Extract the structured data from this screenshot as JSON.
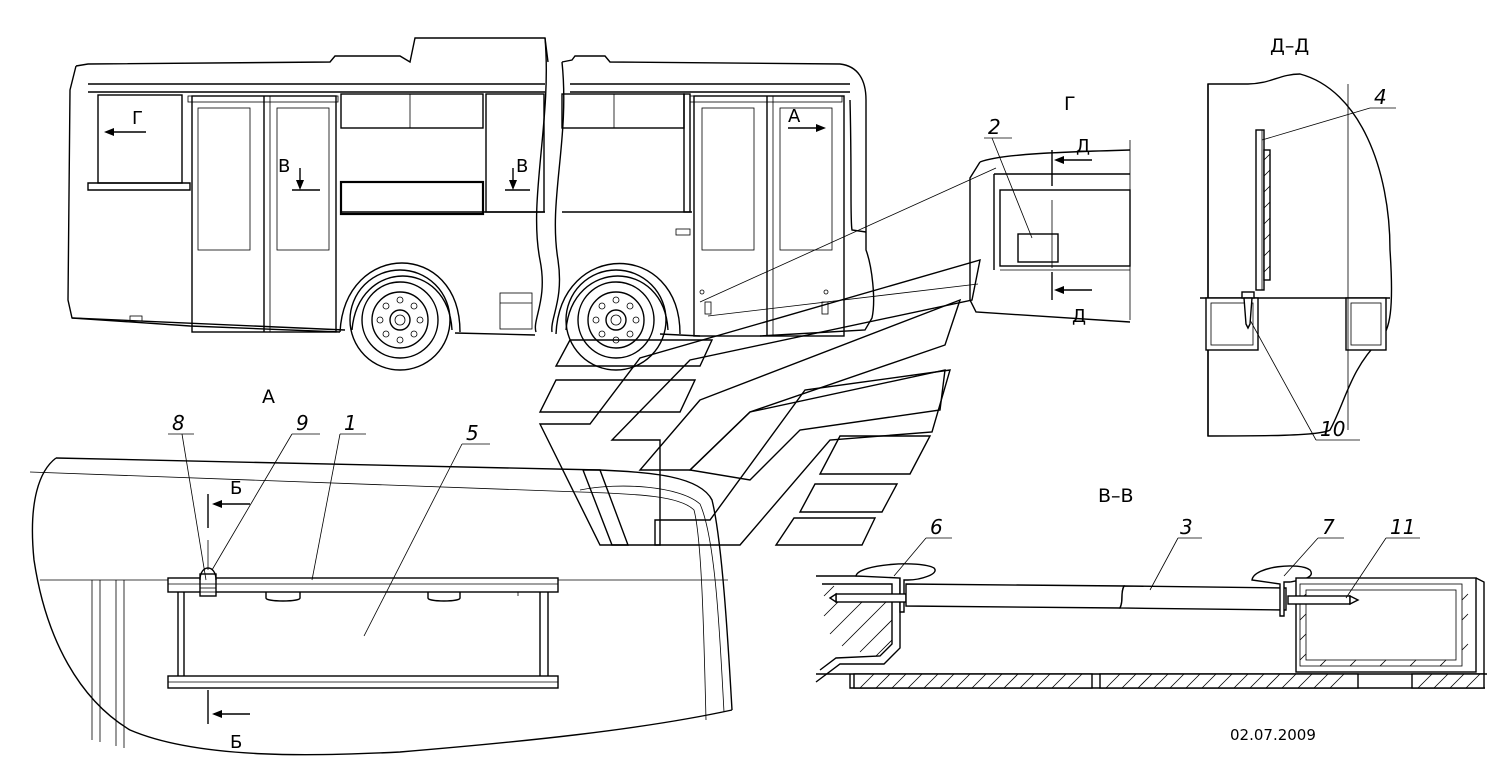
{
  "views": {
    "view_a": "А",
    "view_g": "Г",
    "section_dd": "Д–Д",
    "section_vv": "В–В"
  },
  "cut_marks": {
    "g_left": "Г",
    "a_right": "А",
    "v_left": "В",
    "v_right": "В",
    "d_top": "Д",
    "d_bottom": "Д",
    "b_top": "Б",
    "b_bottom": "Б"
  },
  "callouts": {
    "p1": "1",
    "p2": "2",
    "p3": "3",
    "p4": "4",
    "p5": "5",
    "p6": "6",
    "p7": "7",
    "p8": "8",
    "p9": "9",
    "p10": "10",
    "p11": "11"
  },
  "date": "02.07.2009"
}
